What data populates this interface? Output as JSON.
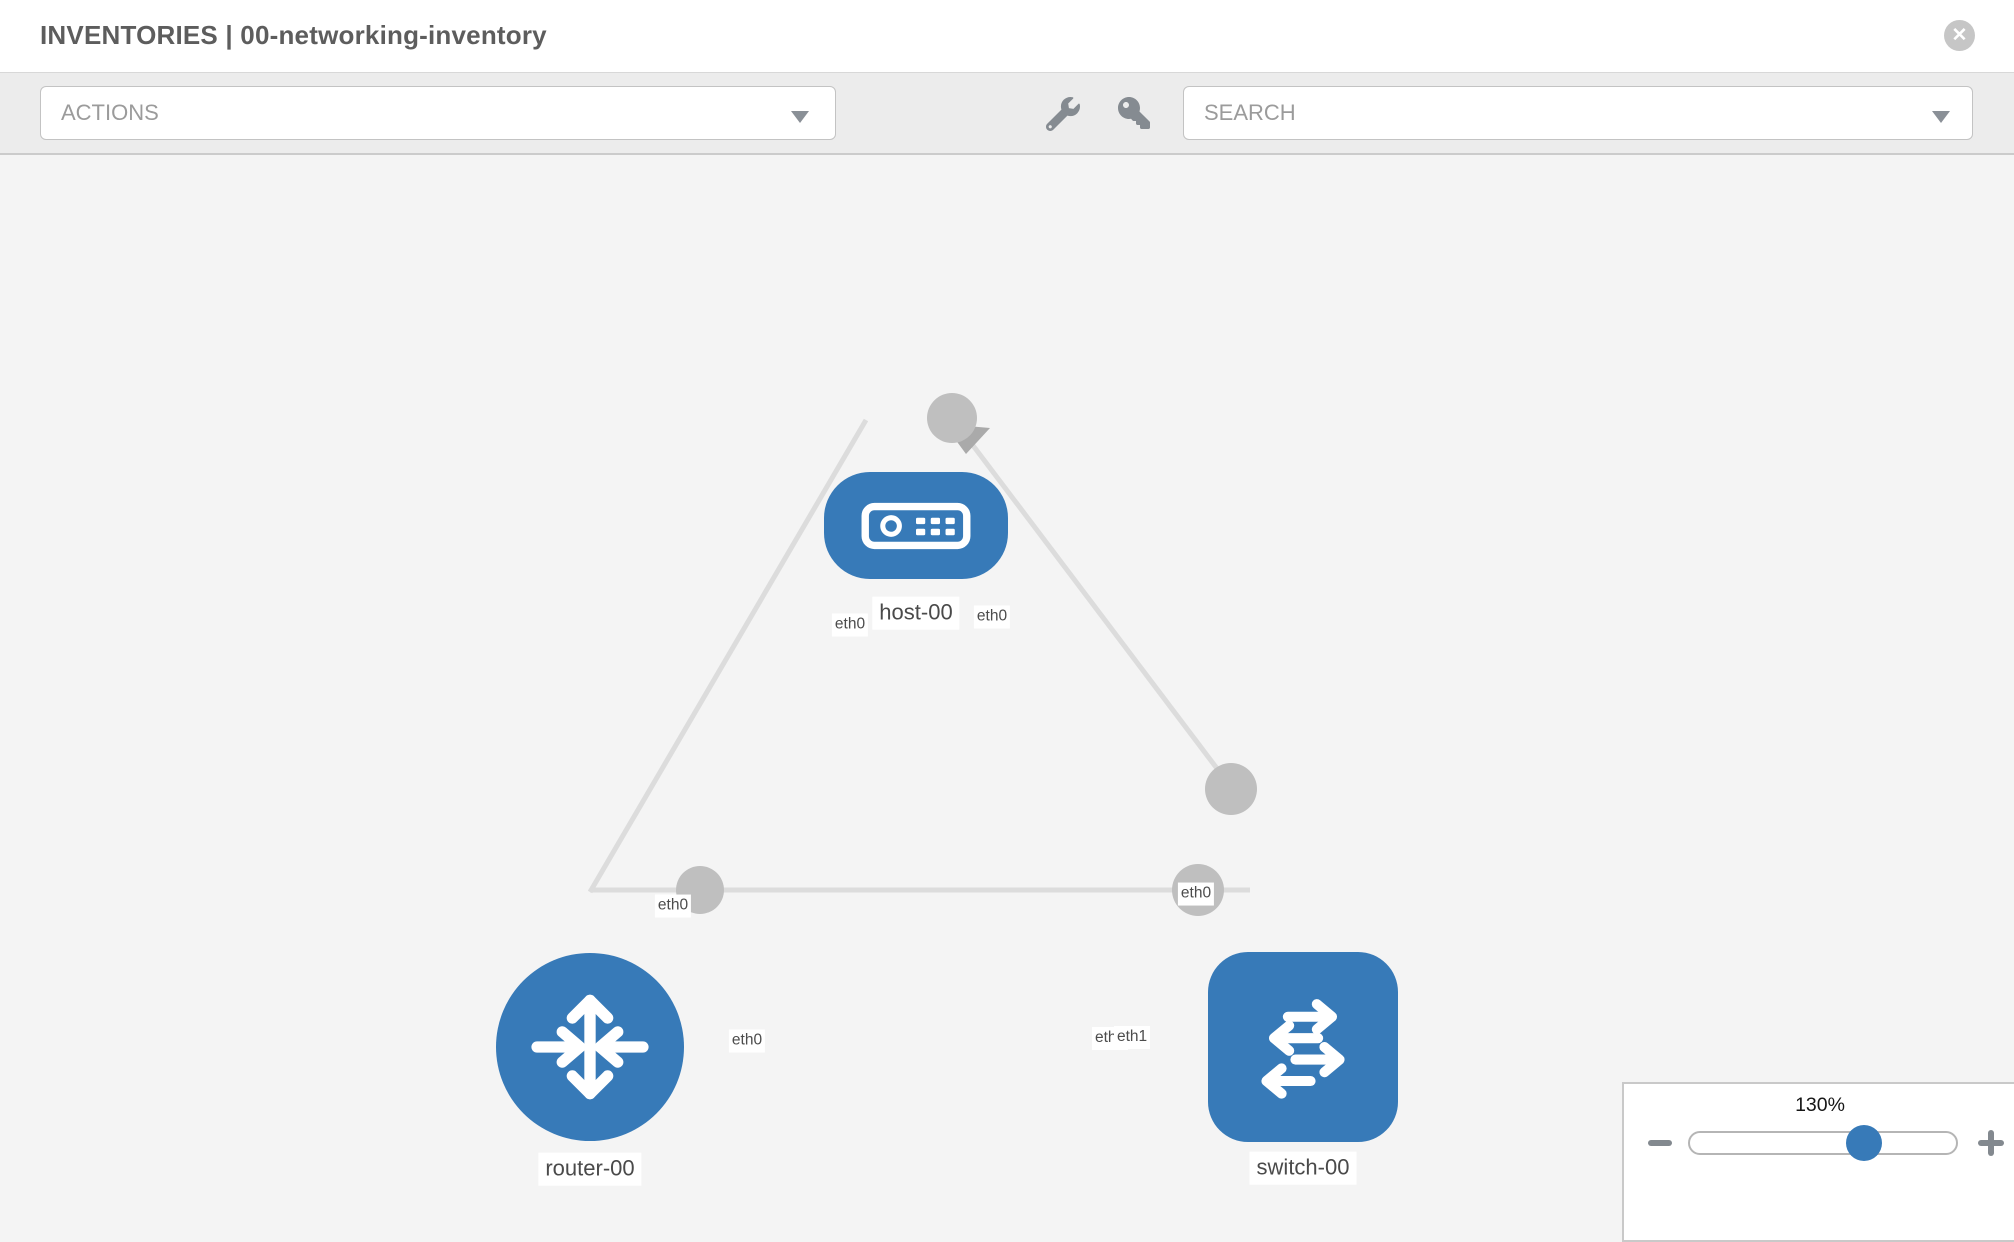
{
  "header": {
    "title": "INVENTORIES | 00-networking-inventory"
  },
  "toolbar": {
    "actions_label": "ACTIONS",
    "search_placeholder": "SEARCH"
  },
  "icons": {
    "close": "✕",
    "caret": "▼",
    "wrench": "wrench-shape",
    "key": "key-shape",
    "minus": "−",
    "plus": "+"
  },
  "topology": {
    "nodes": [
      {
        "id": "host-00",
        "label": "host-00",
        "type": "host",
        "shape": "rounded-rect"
      },
      {
        "id": "router-00",
        "label": "router-00",
        "type": "router",
        "shape": "circle"
      },
      {
        "id": "switch-00",
        "label": "switch-00",
        "type": "switch",
        "shape": "rounded-square"
      }
    ],
    "links": [
      {
        "source": "host-00",
        "source_interface": "eth0",
        "target": "router-00",
        "target_interface": "eth0"
      },
      {
        "source": "host-00",
        "source_interface": "eth0",
        "target": "switch-00",
        "target_interface": "eth0"
      },
      {
        "source": "router-00",
        "source_interface": "eth0",
        "target": "switch-00",
        "target_interface": "eth1"
      }
    ],
    "overlapped_label": "eth0"
  },
  "zoom_control": {
    "level": "130%",
    "percent": 130
  },
  "colors": {
    "node_blue": "#377ab8",
    "link_gray": "#dcdcdc",
    "port_gray": "#bfbfbf",
    "canvas_bg": "#f4f4f4",
    "toolbar_bg": "#ececec",
    "icon_gray": "#83898f"
  }
}
